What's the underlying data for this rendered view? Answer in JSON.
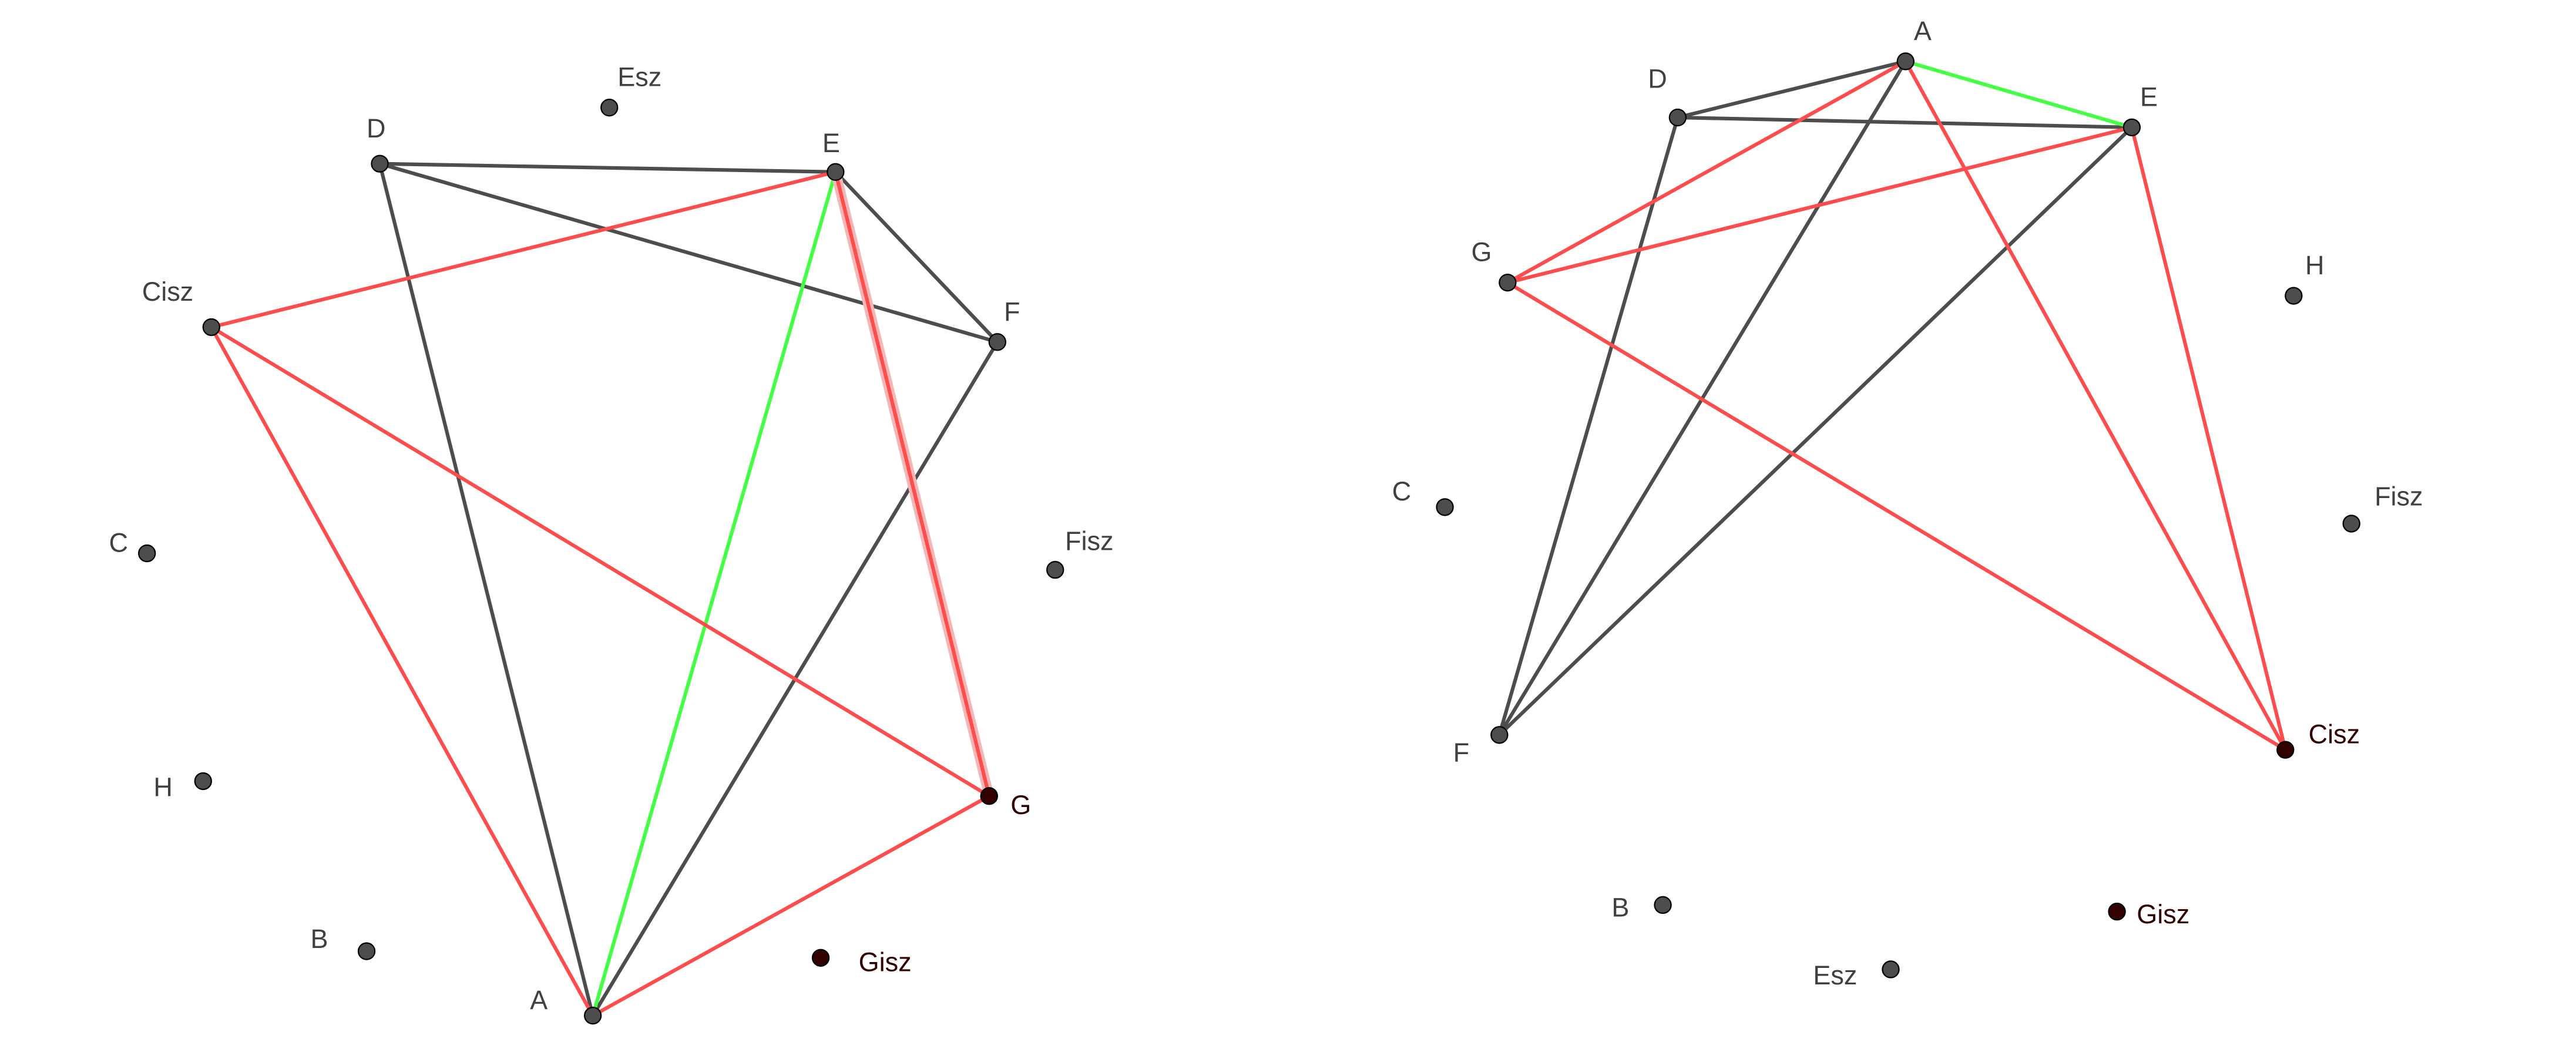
{
  "colors": {
    "gray": "#4d4d4d",
    "red": "#ff4d4d",
    "green": "#44ff44",
    "highlight": "#f7b6b6",
    "point": "#4d4d4d",
    "point_dark": "#330000",
    "label": "#404040",
    "label_dark": "#330000"
  },
  "graphs": [
    {
      "name": "left-graph",
      "points": [
        "Esz",
        "D",
        "E",
        "Cisz",
        "F",
        "C",
        "Fisz",
        "H",
        "G",
        "B",
        "Gisz",
        "A"
      ],
      "dark_points": [
        "G",
        "Gisz"
      ],
      "edges": [
        {
          "from": "D",
          "to": "E",
          "color": "gray"
        },
        {
          "from": "D",
          "to": "F",
          "color": "gray"
        },
        {
          "from": "D",
          "to": "A",
          "color": "gray"
        },
        {
          "from": "E",
          "to": "F",
          "color": "gray"
        },
        {
          "from": "F",
          "to": "A",
          "color": "gray"
        },
        {
          "from": "E",
          "to": "A",
          "color": "green"
        },
        {
          "from": "E",
          "to": "G",
          "color": "red",
          "highlighted": true
        },
        {
          "from": "Cisz",
          "to": "E",
          "color": "red"
        },
        {
          "from": "Cisz",
          "to": "A",
          "color": "red"
        },
        {
          "from": "Cisz",
          "to": "G",
          "color": "red"
        },
        {
          "from": "G",
          "to": "A",
          "color": "red"
        }
      ]
    },
    {
      "name": "right-graph",
      "points": [
        "A",
        "D",
        "E",
        "G",
        "H",
        "C",
        "Fisz",
        "F",
        "Cisz",
        "B",
        "Gisz",
        "Esz"
      ],
      "dark_points": [
        "Cisz",
        "Gisz"
      ],
      "edges": [
        {
          "from": "D",
          "to": "A",
          "color": "gray"
        },
        {
          "from": "D",
          "to": "E",
          "color": "gray"
        },
        {
          "from": "D",
          "to": "F",
          "color": "gray"
        },
        {
          "from": "A",
          "to": "F",
          "color": "gray"
        },
        {
          "from": "E",
          "to": "F",
          "color": "gray"
        },
        {
          "from": "A",
          "to": "E",
          "color": "green"
        },
        {
          "from": "A",
          "to": "G",
          "color": "red"
        },
        {
          "from": "G",
          "to": "E",
          "color": "red"
        },
        {
          "from": "A",
          "to": "Cisz",
          "color": "red"
        },
        {
          "from": "E",
          "to": "Cisz",
          "color": "red"
        },
        {
          "from": "G",
          "to": "Cisz",
          "color": "red"
        }
      ]
    }
  ]
}
